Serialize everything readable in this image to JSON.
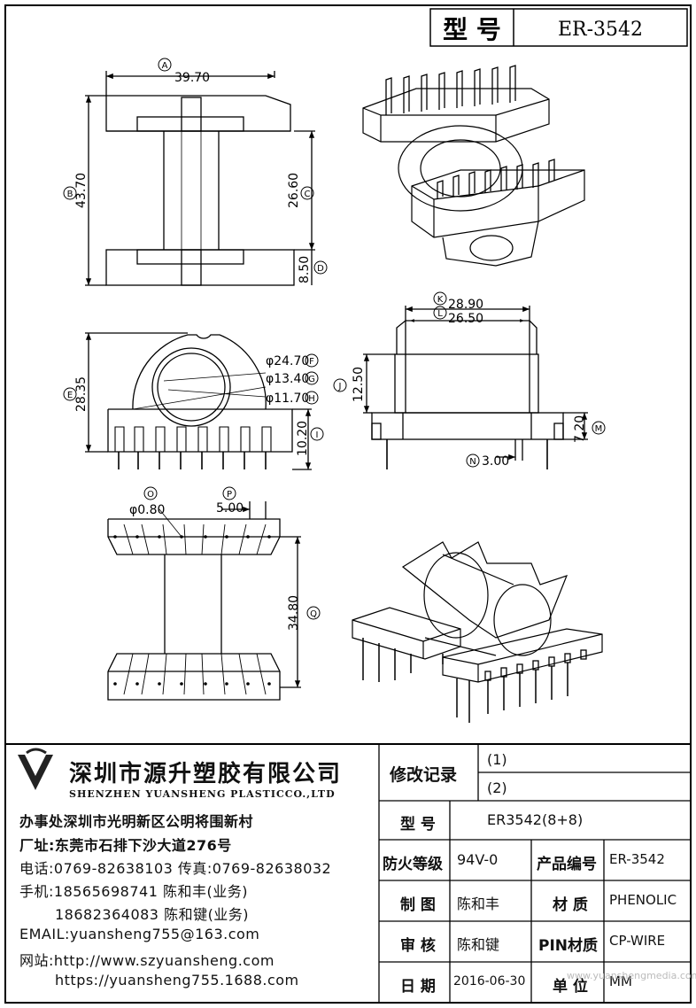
{
  "title_block": {
    "model_label": "型 号",
    "model_value": "ER-3542"
  },
  "dimensions": {
    "A": {
      "letter": "A",
      "value": "39.70"
    },
    "B": {
      "letter": "B",
      "value": "43.70"
    },
    "C": {
      "letter": "C",
      "value": "26.60"
    },
    "D": {
      "letter": "D",
      "value": "8.50"
    },
    "E": {
      "letter": "E",
      "value": "28.35"
    },
    "F": {
      "letter": "F",
      "value": "φ24.70"
    },
    "G": {
      "letter": "G",
      "value": "φ13.40"
    },
    "H": {
      "letter": "H",
      "value": "φ11.70"
    },
    "I": {
      "letter": "I",
      "value": "10.20"
    },
    "J": {
      "letter": "J",
      "value": "12.50"
    },
    "K": {
      "letter": "K",
      "value": "28.90"
    },
    "L": {
      "letter": "L",
      "value": "26.50"
    },
    "M": {
      "letter": "M",
      "value": "7.20"
    },
    "N": {
      "letter": "N",
      "value": "3.00"
    },
    "O": {
      "letter": "O",
      "value": "φ0.80"
    },
    "P": {
      "letter": "P",
      "value": "5.00"
    },
    "Q": {
      "letter": "Q",
      "value": "34.80"
    }
  },
  "company": {
    "name_cn": "深圳市源升塑胶有限公司",
    "name_en": "SHENZHEN YUANSHENG PLASTICCO.,LTD",
    "office": "办事处深圳市光明新区公明将围新村",
    "factory": "厂址:东莞市石排下沙大道276号",
    "phone": "电话:0769-82638103 传真:0769-82638032",
    "mobile1": "手机:18565698741 陈和丰(业务)",
    "mobile2": "18682364083 陈和键(业务)",
    "email": "EMAIL:yuansheng755@163.com",
    "web1": "网站:http://www.szyuansheng.com",
    "web2": "https://yuansheng755.1688.com"
  },
  "revision": {
    "label": "修改记录",
    "r1": "(1)",
    "r2": "(2)"
  },
  "specs": {
    "model_label": "型 号",
    "model_value": "ER3542(8+8)",
    "fire_label": "防火等级",
    "fire_value": "94V-0",
    "product_no_label": "产品编号",
    "product_no_value": "ER-3542",
    "drawn_label": "制 图",
    "drawn_value": "陈和丰",
    "material_label": "材 质",
    "material_value": "PHENOLIC",
    "checked_label": "审 核",
    "checked_value": "陈和键",
    "pin_label": "PIN材质",
    "pin_value": "CP-WIRE",
    "date_label": "日 期",
    "date_value": "2016-06-30",
    "unit_label": "单 位",
    "unit_value": "MM"
  },
  "watermark": "www.yuanshengmedia.com"
}
